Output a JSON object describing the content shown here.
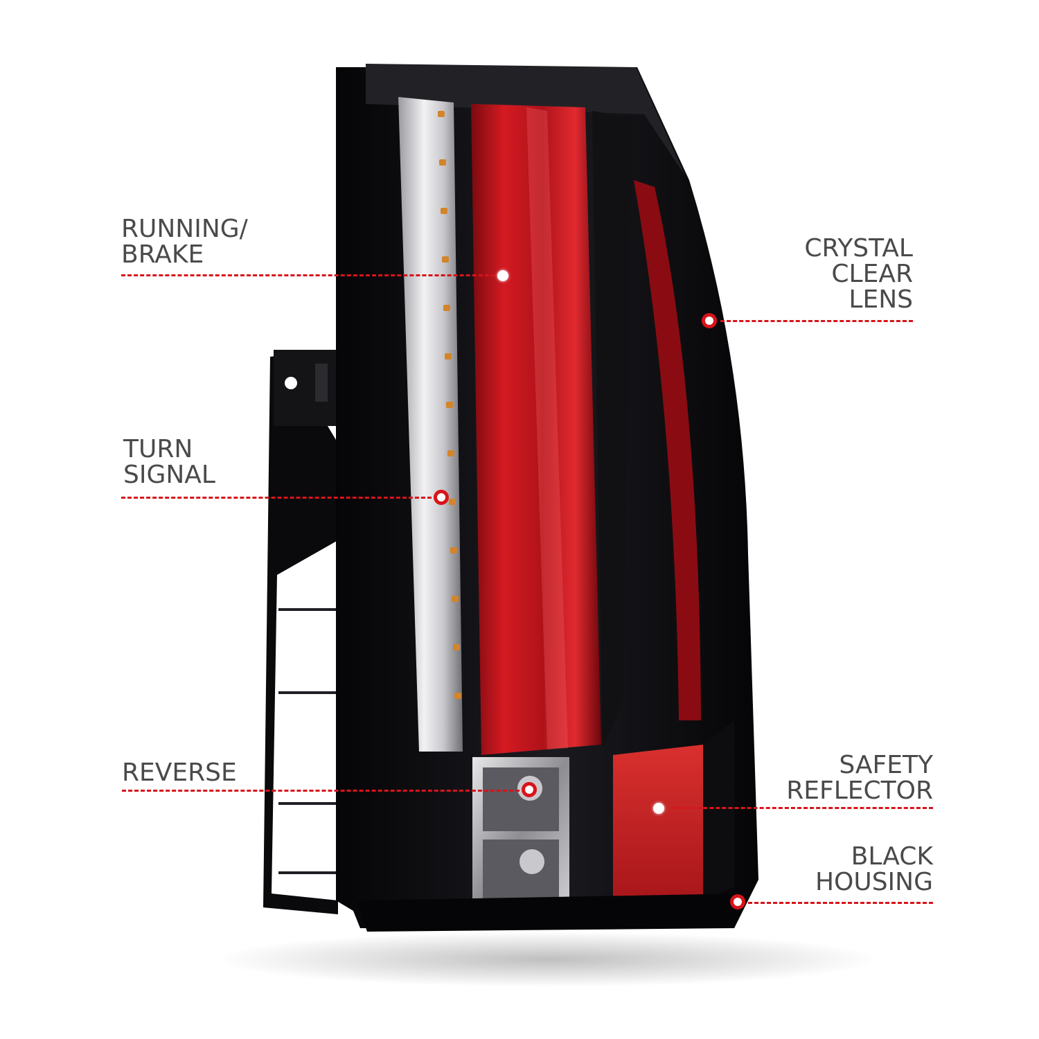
{
  "colors": {
    "accent_red": "#d7141a",
    "label_gray": "#4a4a4a",
    "housing_black": "#0d0d10",
    "lens_red": "#c4121b",
    "background": "#ffffff"
  },
  "image": {
    "subject": "tail-light-assembly"
  },
  "callouts": {
    "running_brake": {
      "line1": "RUNNING/",
      "line2": "BRAKE"
    },
    "turn_signal": {
      "line1": "TURN",
      "line2": "SIGNAL"
    },
    "reverse": {
      "line1": "REVERSE"
    },
    "crystal_clear_lens": {
      "line1": "CRYSTAL",
      "line2": "CLEAR",
      "line3": "LENS"
    },
    "safety_reflector": {
      "line1": "SAFETY",
      "line2": "REFLECTOR"
    },
    "black_housing": {
      "line1": "BLACK",
      "line2": "HOUSING"
    }
  }
}
